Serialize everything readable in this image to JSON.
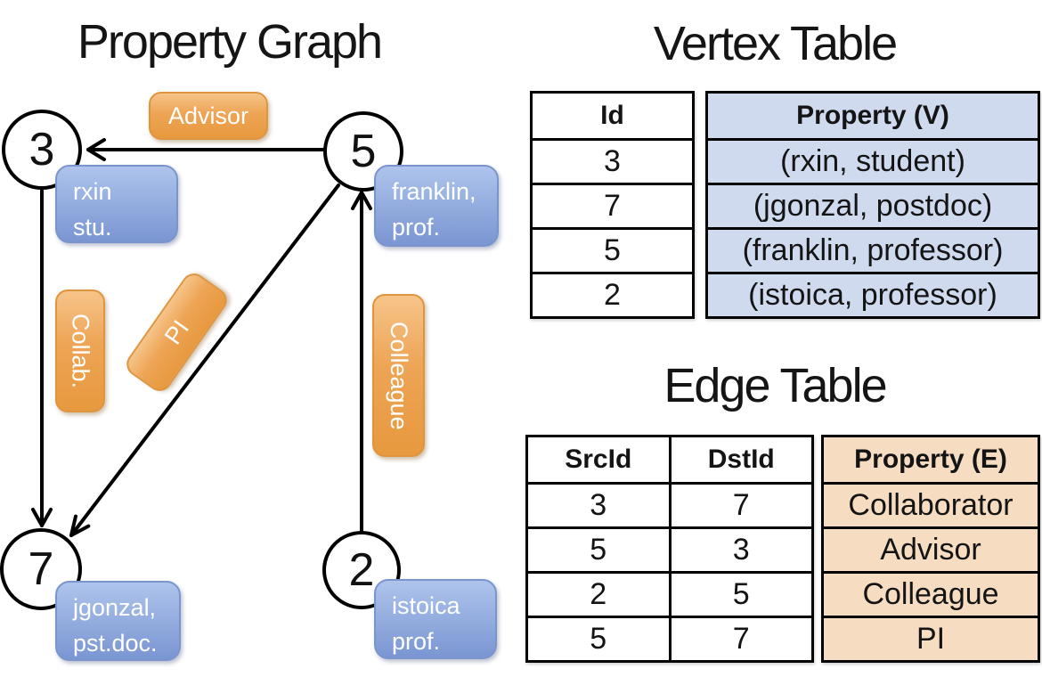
{
  "colors": {
    "orange-top": "#f6c489",
    "orange-bottom": "#e8993e",
    "orange-border": "#de9540",
    "blue-top": "#aec4ec",
    "blue-bottom": "#7a96d2",
    "blue-border": "#7b95cc",
    "vertex-fill": "#cfdaef",
    "edge-fill": "#f6ddc2"
  },
  "property_graph": {
    "title": "Property Graph",
    "vertices": [
      {
        "id": "3",
        "property_line1": "rxin",
        "property_line2": "stu."
      },
      {
        "id": "5",
        "property_line1": "franklin,",
        "property_line2": "prof."
      },
      {
        "id": "7",
        "property_line1": "jgonzal,",
        "property_line2": "pst.doc."
      },
      {
        "id": "2",
        "property_line1": "istoica",
        "property_line2": "prof."
      }
    ],
    "edge_labels": [
      {
        "label": "Advisor"
      },
      {
        "label": "Collab."
      },
      {
        "label": "PI"
      },
      {
        "label": "Colleague"
      }
    ]
  },
  "vertex_table": {
    "title": "Vertex Table",
    "columns": {
      "id": "Id",
      "property": "Property (V)"
    },
    "rows": [
      {
        "id": "3",
        "property": "(rxin, student)"
      },
      {
        "id": "7",
        "property": "(jgonzal, postdoc)"
      },
      {
        "id": "5",
        "property": "(franklin, professor)"
      },
      {
        "id": "2",
        "property": "(istoica, professor)"
      }
    ]
  },
  "edge_table": {
    "title": "Edge Table",
    "columns": {
      "src": "SrcId",
      "dst": "DstId",
      "property": "Property (E)"
    },
    "rows": [
      {
        "src": "3",
        "dst": "7",
        "property": "Collaborator"
      },
      {
        "src": "5",
        "dst": "3",
        "property": "Advisor"
      },
      {
        "src": "2",
        "dst": "5",
        "property": "Colleague"
      },
      {
        "src": "5",
        "dst": "7",
        "property": "PI"
      }
    ]
  }
}
